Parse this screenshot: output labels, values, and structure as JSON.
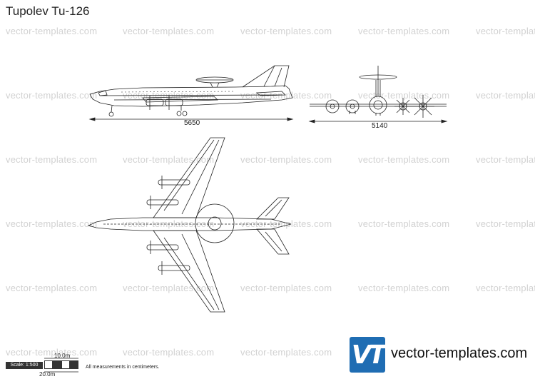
{
  "title": "Tupolev Tu-126",
  "watermark_text": "vector-templates.com",
  "dimensions": {
    "side_length": "5650",
    "front_span": "5140"
  },
  "scale": {
    "label": "Scale: 1:500",
    "mark_top": "10.0m",
    "mark_bottom": "20.0m"
  },
  "measure_note": "All measurements in centimeters.",
  "logo": {
    "mark": "VT",
    "text": "vector-templates.com",
    "color": "#1f6db3"
  }
}
